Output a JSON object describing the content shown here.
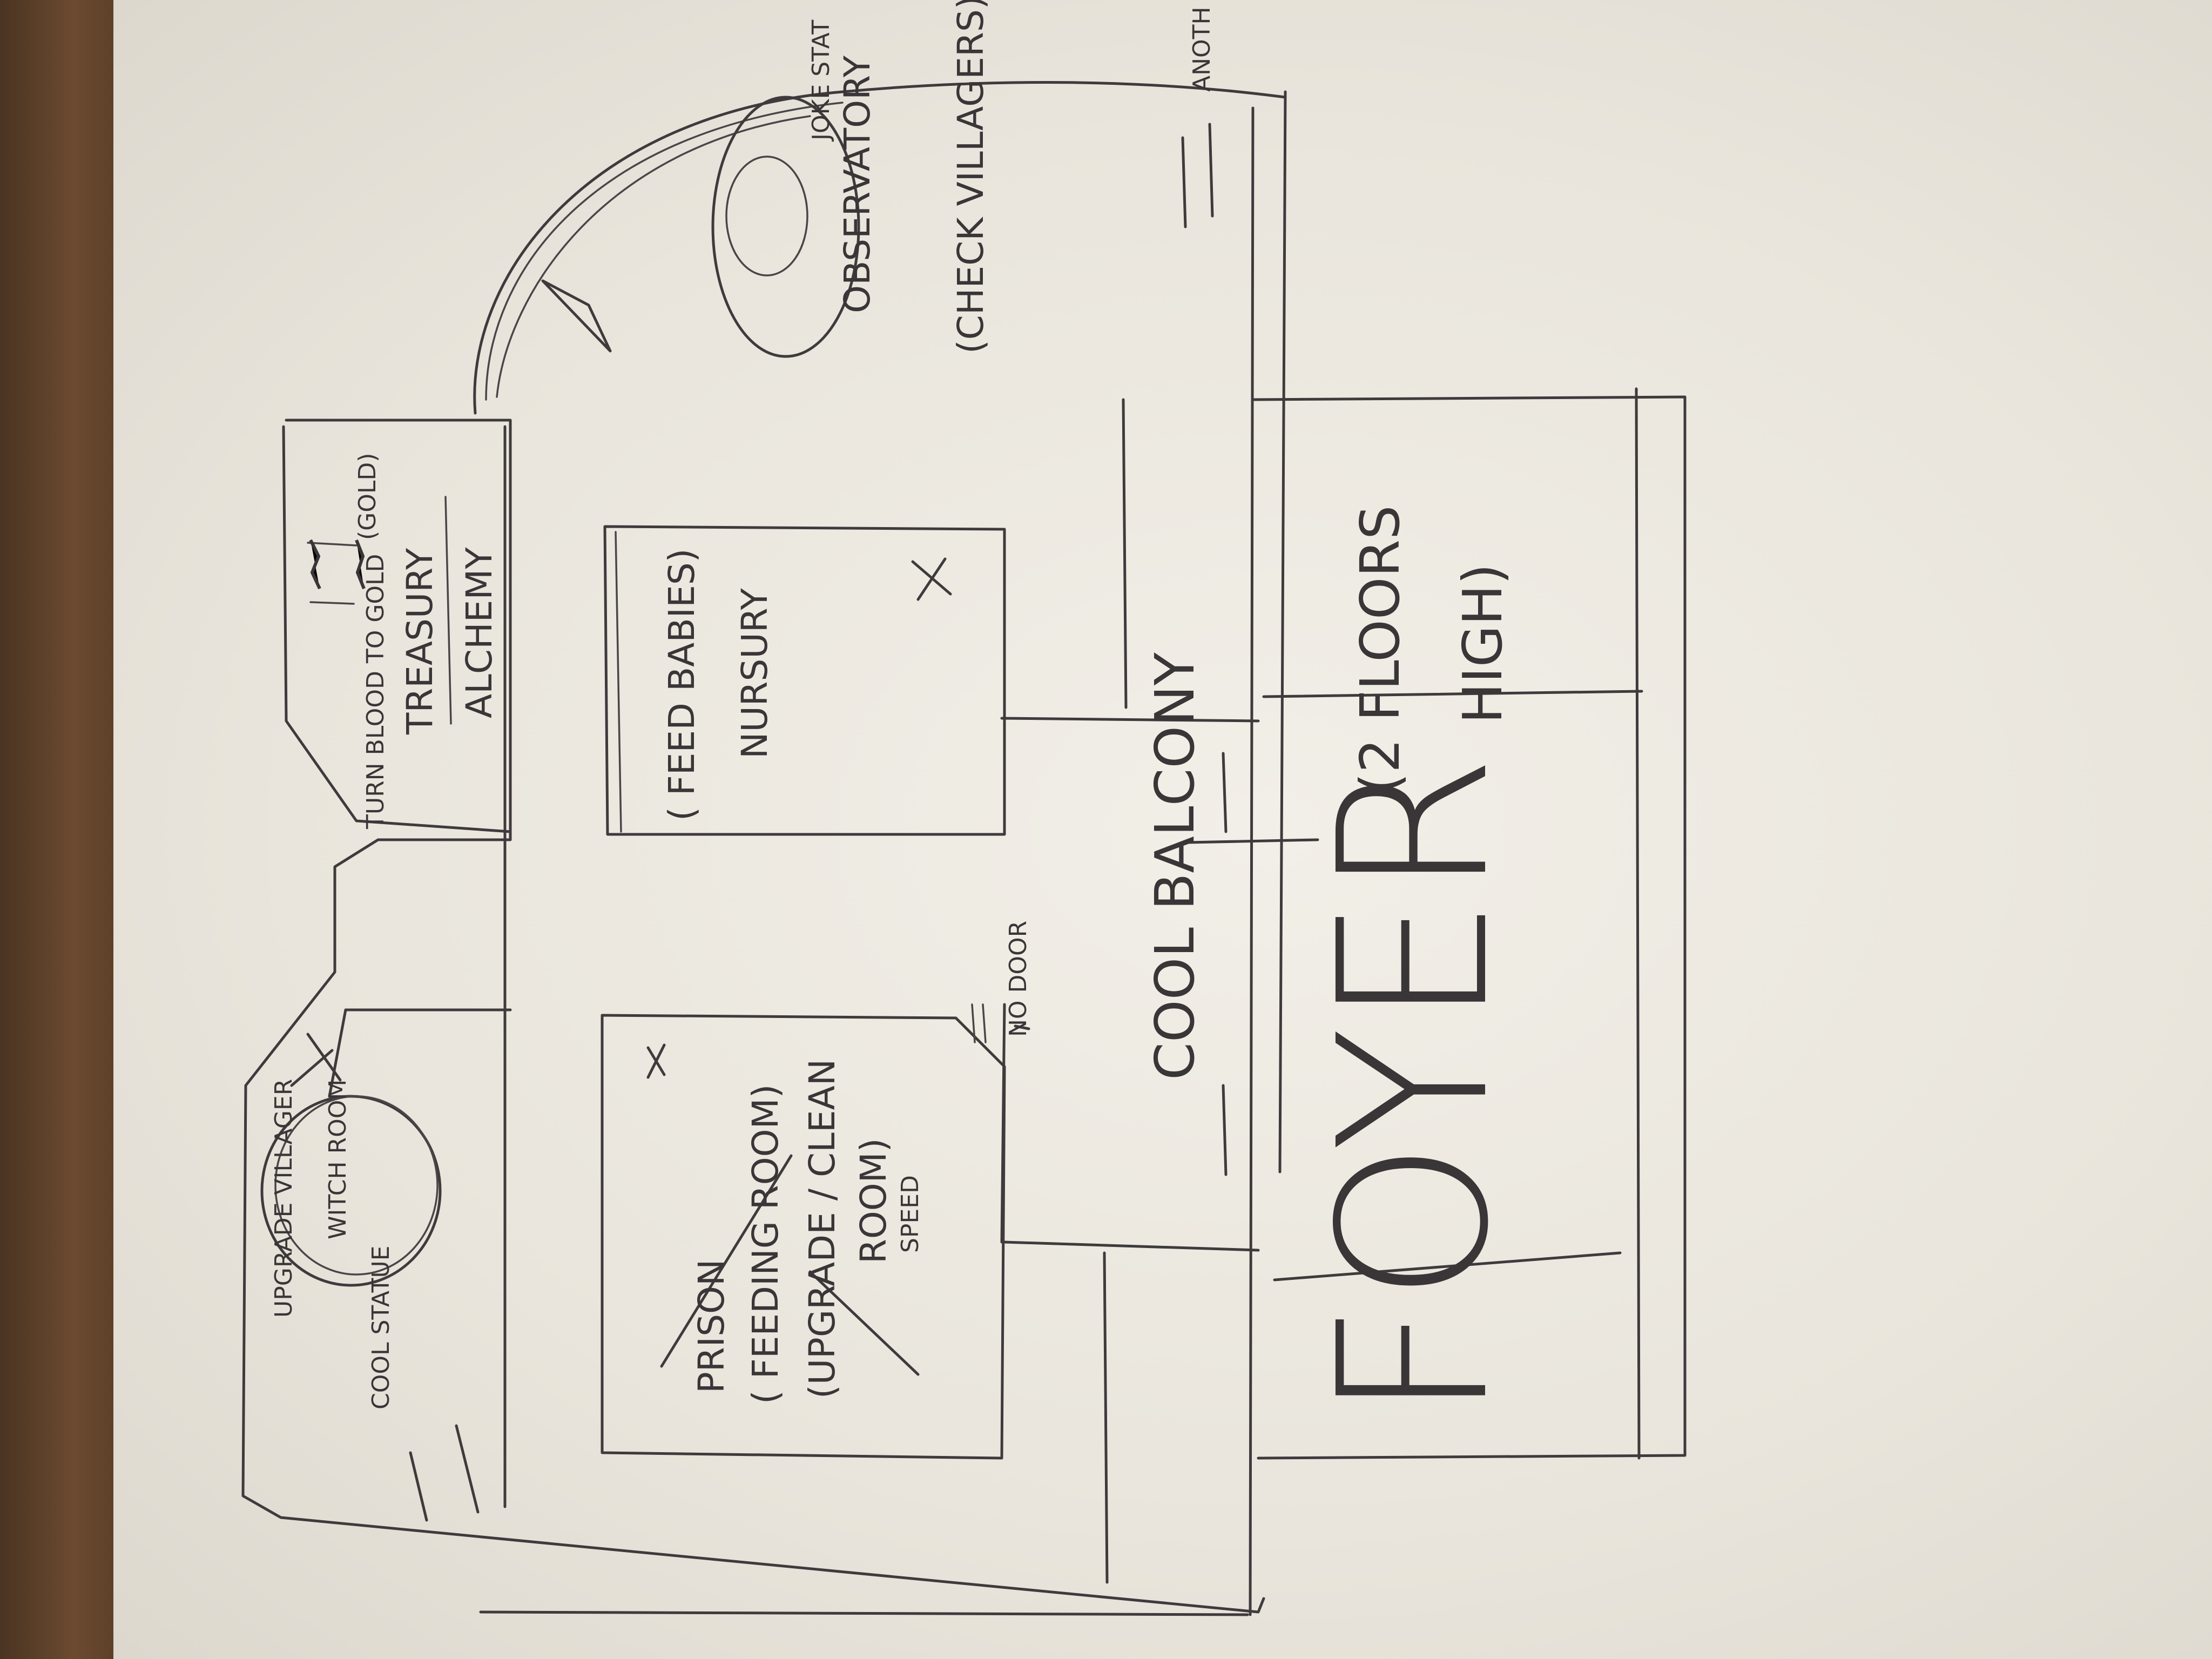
{
  "labels": {
    "upgrade_villager": "UPGRADE VILLAGER",
    "cool_statue": "COOL STATUE",
    "witch_room": "WITCH ROOM",
    "turn_blood_to_gold": "TURN BLOOD TO GOLD",
    "gold_paren": "(GOLD)",
    "treasury": "TREASURY",
    "alchemy": "ALCHEMY",
    "prison": "PRISON",
    "feeding_room": "( FEEDING ROOM)",
    "upgrade_clean": "(UPGRADE / CLEAN",
    "room": "ROOM)",
    "speed": "SPEED",
    "feed_babies": "( FEED BABIES)",
    "nursury": "NURSURY",
    "no_door": "NO DOOR",
    "cool_balcony": "COOL BALCONY",
    "foyer": "FOYER",
    "two_floors": "(2 FLOORS",
    "high": "HIGH)",
    "observatory": "OBSERVATORY",
    "check_villagers": "(CHECK VILLAGERS)",
    "joke_stat": "JOKE STAT",
    "another": "ANOTH"
  },
  "ink_color": "#3f3a3c",
  "paper_color": "#f0ede6"
}
